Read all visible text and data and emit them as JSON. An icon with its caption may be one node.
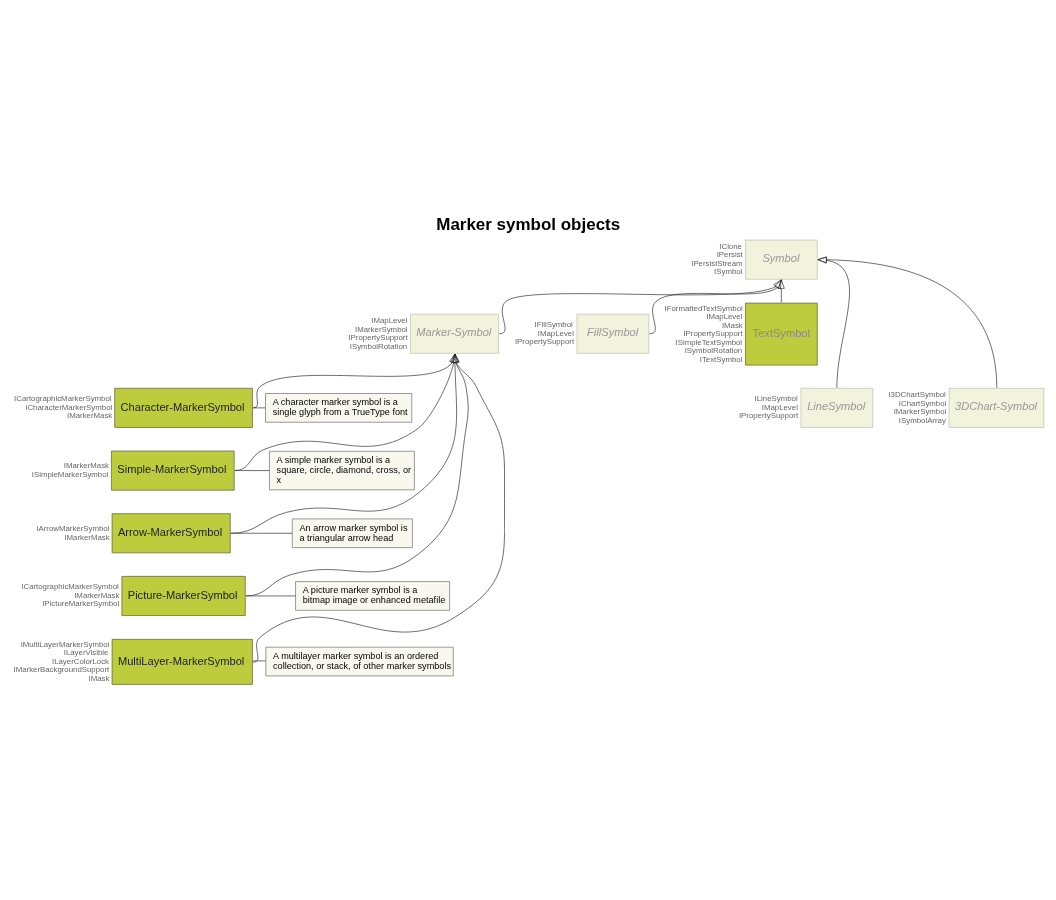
{
  "diagram": {
    "title": "Marker symbol objects",
    "nodes": [
      {
        "text": [
          "Symbol"
        ],
        "beside": [
          "IClone",
          "IPersist",
          "IPersistStream",
          "ISymbol"
        ]
      },
      {
        "text": [
          "Marker-Symbol"
        ],
        "beside": [
          "IMapLevel",
          "IMarkerSymbol",
          "IPropertySupport",
          "ISymbolRotation"
        ]
      },
      {
        "text": [
          "FillSymbol"
        ],
        "beside": [
          "IFillSymbol",
          "IMapLevel",
          "IPropertySupport"
        ]
      },
      {
        "text": [
          "TextSymbol"
        ],
        "beside": [
          "IFormattedTextSymbol",
          "IMapLevel",
          "IMask",
          "IPropertySupport",
          "ISimpleTextSymbol",
          "ISymbolRotation",
          "ITextSymbol"
        ]
      },
      {
        "text": [
          "LineSymbol"
        ],
        "beside": [
          "ILineSymbol",
          "IMapLevel",
          "IPropertySupport"
        ]
      },
      {
        "text": [
          "3DChart-Symbol"
        ],
        "beside": [
          "I3DChartSymbol",
          "IChartSymbol",
          "IMarkerSymbol",
          "ISymbolArray"
        ]
      },
      {
        "text": [
          "Character-MarkerSymbol"
        ],
        "beside": [
          "ICartographicMarkerSymbol",
          "ICharacterMarkerSymbol",
          "IMarkerMask"
        ]
      },
      {
        "text": [
          "Simple-MarkerSymbol"
        ],
        "beside": [
          "IMarkerMask",
          "ISimpleMarkerSymbol"
        ]
      },
      {
        "text": [
          "Arrow-MarkerSymbol"
        ],
        "beside": [
          "IArrowMarkerSymbol",
          "IMarkerMask"
        ]
      },
      {
        "text": [
          "Picture-MarkerSymbol"
        ],
        "beside": [
          "ICartographicMarkerSymbol",
          "IMarkerMask",
          "IPictureMarkerSymbol"
        ]
      },
      {
        "text": [
          "MultiLayer-MarkerSymbol"
        ],
        "beside": [
          "IMultiLayerMarkerSymbol",
          "ILayerVisible",
          "ILayerColorLock",
          "IMarkerBackgroundSupport",
          "IMask"
        ]
      },
      {
        "text": [
          "A character marker symbol is a single glyph from a TrueType font"
        ]
      },
      {
        "text": [
          "A simple marker symbol is a square, circle, diamond, cross, or x"
        ]
      },
      {
        "text": [
          "An arrow marker symbol is a triangular arrow head"
        ]
      },
      {
        "text": [
          "A picture marker symbol is a bitmap image or enhanced metafile"
        ]
      },
      {
        "text": [
          "A multilayer marker symbol is an ordered collection, or stack, of other marker symbols"
        ]
      }
    ],
    "edges": [
      {
        "from": 1,
        "to": 0,
        "arrow": "to"
      },
      {
        "from": 2,
        "to": 0,
        "arrow": "to"
      },
      {
        "from": 3,
        "to": 0,
        "arrow": "to"
      },
      {
        "from": 4,
        "to": 0,
        "arrow": "to"
      },
      {
        "from": 5,
        "to": 0,
        "arrow": "to"
      },
      {
        "from": 6,
        "to": 1,
        "arrow": "to"
      },
      {
        "from": 7,
        "to": 1,
        "arrow": "to"
      },
      {
        "from": 8,
        "to": 1,
        "arrow": "to"
      },
      {
        "from": 9,
        "to": 1,
        "arrow": "to"
      },
      {
        "from": 10,
        "to": 1,
        "arrow": "to"
      },
      {
        "from": 11,
        "to": 6,
        "arrow": "none"
      },
      {
        "from": 12,
        "to": 7,
        "arrow": "none"
      },
      {
        "from": 13,
        "to": 8,
        "arrow": "none"
      },
      {
        "from": 14,
        "to": 9,
        "arrow": "none"
      },
      {
        "from": 15,
        "to": 10,
        "arrow": "none"
      }
    ]
  }
}
